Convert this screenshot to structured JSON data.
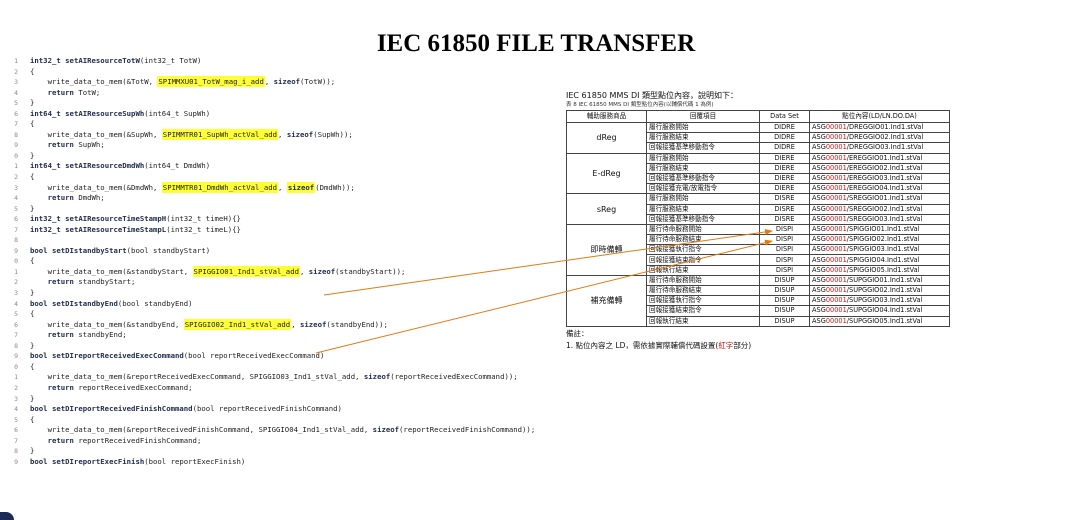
{
  "title": "IEC 61850 FILE TRANSFER",
  "code_lines": [
    {
      "n": "1",
      "parts": [
        {
          "t": "int32_t ",
          "c": "kw"
        },
        {
          "t": "setAIResourceTotW",
          "c": "fn"
        },
        {
          "t": "(int32_t TotW)"
        }
      ]
    },
    {
      "n": "2",
      "parts": [
        {
          "t": "{"
        }
      ]
    },
    {
      "n": "3",
      "parts": [
        {
          "t": "    write_data_to_mem(&TotW, "
        },
        {
          "t": "SPIMMXU01_TotW_mag_i_add",
          "c": "hl"
        },
        {
          "t": ", "
        },
        {
          "t": "sizeof",
          "c": "kw"
        },
        {
          "t": "(TotW));"
        }
      ]
    },
    {
      "n": "4",
      "parts": [
        {
          "t": "    "
        },
        {
          "t": "return",
          "c": "kw"
        },
        {
          "t": " TotW;"
        }
      ]
    },
    {
      "n": "5",
      "parts": [
        {
          "t": "}"
        }
      ]
    },
    {
      "n": "6",
      "parts": [
        {
          "t": "int64_t ",
          "c": "kw"
        },
        {
          "t": "setAIResourceSupWh",
          "c": "fn"
        },
        {
          "t": "(int64_t SupWh)"
        }
      ]
    },
    {
      "n": "7",
      "parts": [
        {
          "t": "{"
        }
      ]
    },
    {
      "n": "8",
      "parts": [
        {
          "t": "    write_data_to_mem(&SupWh, "
        },
        {
          "t": "SPIMMTR01_SupWh_actVal_add",
          "c": "hl"
        },
        {
          "t": ", "
        },
        {
          "t": "sizeof",
          "c": "kw"
        },
        {
          "t": "(SupWh));"
        }
      ]
    },
    {
      "n": "9",
      "parts": [
        {
          "t": "    "
        },
        {
          "t": "return",
          "c": "kw"
        },
        {
          "t": " SupWh;"
        }
      ]
    },
    {
      "n": "0",
      "parts": [
        {
          "t": "}"
        }
      ]
    },
    {
      "n": "1",
      "parts": [
        {
          "t": "int64_t ",
          "c": "kw"
        },
        {
          "t": "setAIResourceDmdWh",
          "c": "fn"
        },
        {
          "t": "(int64_t DmdWh)"
        }
      ]
    },
    {
      "n": "2",
      "parts": [
        {
          "t": "{"
        }
      ]
    },
    {
      "n": "3",
      "parts": [
        {
          "t": "    write_data_to_mem(&DmdWh, "
        },
        {
          "t": "SPIMMTR01_DmdWh_actVal_add",
          "c": "hl"
        },
        {
          "t": ", "
        },
        {
          "t": "sizeof",
          "c": "kw hl"
        },
        {
          "t": "(DmdWh));"
        }
      ]
    },
    {
      "n": "4",
      "parts": [
        {
          "t": "    "
        },
        {
          "t": "return",
          "c": "kw"
        },
        {
          "t": " DmdWh;"
        }
      ]
    },
    {
      "n": "5",
      "parts": [
        {
          "t": "}"
        }
      ]
    },
    {
      "n": "6",
      "parts": [
        {
          "t": "int32_t ",
          "c": "kw"
        },
        {
          "t": "setAIResourceTimeStampH",
          "c": "fn"
        },
        {
          "t": "(int32_t timeH){}"
        }
      ]
    },
    {
      "n": "7",
      "parts": [
        {
          "t": "int32_t ",
          "c": "kw"
        },
        {
          "t": "setAIResourceTimeStampL",
          "c": "fn"
        },
        {
          "t": "(int32_t timeL){}"
        }
      ]
    },
    {
      "n": "8",
      "parts": [
        {
          "t": ""
        }
      ]
    },
    {
      "n": "9",
      "parts": [
        {
          "t": "bool ",
          "c": "kw"
        },
        {
          "t": "setDIstandbyStart",
          "c": "fn"
        },
        {
          "t": "(bool standbyStart)"
        }
      ]
    },
    {
      "n": "0",
      "parts": [
        {
          "t": "{"
        }
      ]
    },
    {
      "n": "1",
      "parts": [
        {
          "t": "    write_data_to_mem(&standbyStart, "
        },
        {
          "t": "SPIGGIO01_Ind1_stVal_add",
          "c": "hl"
        },
        {
          "t": ", "
        },
        {
          "t": "sizeof",
          "c": "kw"
        },
        {
          "t": "(standbyStart));"
        }
      ]
    },
    {
      "n": "2",
      "parts": [
        {
          "t": "    "
        },
        {
          "t": "return",
          "c": "kw"
        },
        {
          "t": " standbyStart;"
        }
      ]
    },
    {
      "n": "3",
      "parts": [
        {
          "t": "}"
        }
      ]
    },
    {
      "n": "4",
      "parts": [
        {
          "t": "bool ",
          "c": "kw"
        },
        {
          "t": "setDIstandbyEnd",
          "c": "fn"
        },
        {
          "t": "(bool standbyEnd)"
        }
      ]
    },
    {
      "n": "5",
      "parts": [
        {
          "t": "{"
        }
      ]
    },
    {
      "n": "6",
      "parts": [
        {
          "t": "    write_data_to_mem(&standbyEnd, "
        },
        {
          "t": "SPIGGIO02_Ind1_stVal_add",
          "c": "hl"
        },
        {
          "t": ", "
        },
        {
          "t": "sizeof",
          "c": "kw"
        },
        {
          "t": "(standbyEnd));"
        }
      ]
    },
    {
      "n": "7",
      "parts": [
        {
          "t": "    "
        },
        {
          "t": "return",
          "c": "kw"
        },
        {
          "t": " standbyEnd;"
        }
      ]
    },
    {
      "n": "8",
      "parts": [
        {
          "t": "}"
        }
      ]
    },
    {
      "n": "9",
      "parts": [
        {
          "t": "bool ",
          "c": "kw"
        },
        {
          "t": "setDIreportReceivedExecCommand",
          "c": "fn"
        },
        {
          "t": "(bool reportReceivedExecCommand)"
        }
      ]
    },
    {
      "n": "0",
      "parts": [
        {
          "t": "{"
        }
      ]
    },
    {
      "n": "1",
      "parts": [
        {
          "t": "    write_data_to_mem(&reportReceivedExecCommand, SPIGGIO03_Ind1_stVal_add, "
        },
        {
          "t": "sizeof",
          "c": "kw"
        },
        {
          "t": "(reportReceivedExecCommand));"
        }
      ]
    },
    {
      "n": "2",
      "parts": [
        {
          "t": "    "
        },
        {
          "t": "return",
          "c": "kw"
        },
        {
          "t": " reportReceivedExecCommand;"
        }
      ]
    },
    {
      "n": "3",
      "parts": [
        {
          "t": "}"
        }
      ]
    },
    {
      "n": "4",
      "parts": [
        {
          "t": "bool ",
          "c": "kw"
        },
        {
          "t": "setDIreportReceivedFinishCommand",
          "c": "fn"
        },
        {
          "t": "(bool reportReceivedFinishCommand)"
        }
      ]
    },
    {
      "n": "5",
      "parts": [
        {
          "t": "{"
        }
      ]
    },
    {
      "n": "6",
      "parts": [
        {
          "t": "    write_data_to_mem(&reportReceivedFinishCommand, SPIGGIO04_Ind1_stVal_add, "
        },
        {
          "t": "sizeof",
          "c": "kw"
        },
        {
          "t": "(reportReceivedFinishCommand));"
        }
      ]
    },
    {
      "n": "7",
      "parts": [
        {
          "t": "    "
        },
        {
          "t": "return",
          "c": "kw"
        },
        {
          "t": " reportReceivedFinishCommand;"
        }
      ]
    },
    {
      "n": "8",
      "parts": [
        {
          "t": "}"
        }
      ]
    },
    {
      "n": "9",
      "parts": [
        {
          "t": "bool ",
          "c": "kw"
        },
        {
          "t": "setDIreportExecFinish",
          "c": "fn"
        },
        {
          "t": "(bool reportExecFinish)"
        }
      ]
    }
  ],
  "table": {
    "caption": "IEC 61850 MMS DI 類型點位內容，說明如下：",
    "subcaption": "表 8 IEC 61850 MMS DI 類型點位內容(以輔償代碼 1 為例)",
    "headers": [
      "輔助服務商品",
      "回覆項目",
      "Data Set",
      "點位內容(LD/LN.DO.DA)"
    ],
    "groups": [
      {
        "name": "dReg",
        "rows": [
          {
            "item": "履行服務開始",
            "ds": "DIDRE",
            "pre": "ASG",
            "red": "00001",
            "post": "/DREGGIO01.Ind1.stVal"
          },
          {
            "item": "履行服務結束",
            "ds": "DIDRE",
            "pre": "ASG",
            "red": "00001",
            "post": "/DREGGIO02.Ind1.stVal"
          },
          {
            "item": "回報接獲基準移動指令",
            "ds": "DIDRE",
            "pre": "ASG",
            "red": "00001",
            "post": "/DREGGIO03.Ind1.stVal"
          }
        ]
      },
      {
        "name": "E-dReg",
        "rows": [
          {
            "item": "履行服務開始",
            "ds": "DIERE",
            "pre": "ASG",
            "red": "00001",
            "post": "/EREGGIO01.Ind1.stVal"
          },
          {
            "item": "履行服務結束",
            "ds": "DIERE",
            "pre": "ASG",
            "red": "00001",
            "post": "/EREGGIO02.Ind1.stVal"
          },
          {
            "item": "回報接獲基準移動指令",
            "ds": "DIERE",
            "pre": "ASG",
            "red": "00001",
            "post": "/EREGGIO03.Ind1.stVal"
          },
          {
            "item": "回報接獲充電/放電指令",
            "ds": "DIERE",
            "pre": "ASG",
            "red": "00001",
            "post": "/EREGGIO04.Ind1.stVal"
          }
        ]
      },
      {
        "name": "sReg",
        "rows": [
          {
            "item": "履行服務開始",
            "ds": "DISRE",
            "pre": "ASG",
            "red": "00001",
            "post": "/SREGGIO01.Ind1.stVal"
          },
          {
            "item": "履行服務結束",
            "ds": "DISRE",
            "pre": "ASG",
            "red": "00001",
            "post": "/SREGGIO02.Ind1.stVal"
          },
          {
            "item": "回報接獲基準移動指令",
            "ds": "DISRE",
            "pre": "ASG",
            "red": "00001",
            "post": "/SREGGIO03.Ind1.stVal"
          }
        ]
      },
      {
        "name": "即時備轉",
        "rows": [
          {
            "item": "履行待命服務開始",
            "ds": "DISPI",
            "pre": "ASG",
            "red": "00001",
            "post": "/SPIGGIO01.Ind1.stVal"
          },
          {
            "item": "履行待命服務結束",
            "ds": "DISPI",
            "pre": "ASG",
            "red": "00001",
            "post": "/SPIGGIO02.Ind1.stVal"
          },
          {
            "item": "回報接獲執行指令",
            "ds": "DISPI",
            "pre": "ASG",
            "red": "00001",
            "post": "/SPIGGIO03.Ind1.stVal"
          },
          {
            "item": "回報接獲結束指令",
            "ds": "DISPI",
            "pre": "ASG",
            "red": "00001",
            "post": "/SPIGGIO04.Ind1.stVal"
          },
          {
            "item": "回報執行結束",
            "ds": "DISPI",
            "pre": "ASG",
            "red": "00001",
            "post": "/SPIGGIO05.Ind1.stVal"
          }
        ]
      },
      {
        "name": "補充備轉",
        "rows": [
          {
            "item": "履行待命服務開始",
            "ds": "DISUP",
            "pre": "ASG",
            "red": "00001",
            "post": "/SUPGGIO01.Ind1.stVal"
          },
          {
            "item": "履行待命服務結束",
            "ds": "DISUP",
            "pre": "ASG",
            "red": "00001",
            "post": "/SUPGGIO02.Ind1.stVal"
          },
          {
            "item": "回報接獲執行指令",
            "ds": "DISUP",
            "pre": "ASG",
            "red": "00001",
            "post": "/SUPGGIO03.Ind1.stVal"
          },
          {
            "item": "回報接獲結束指令",
            "ds": "DISUP",
            "pre": "ASG",
            "red": "00001",
            "post": "/SUPGGIO04.Ind1.stVal"
          },
          {
            "item": "回報執行結束",
            "ds": "DISUP",
            "pre": "ASG",
            "red": "00001",
            "post": "/SUPGGIO05.Ind1.stVal"
          }
        ]
      }
    ],
    "note_label": "備註：",
    "note_text_pre": "1.   點位內容之 LD，需依據實際輔償代碼設置(",
    "note_text_red": "紅字",
    "note_text_post": "部分)"
  },
  "colors": {
    "highlight": "#ffff36",
    "arrow": "#e07b14",
    "asg_code": "#d01010",
    "corner": "#1d2b57"
  }
}
